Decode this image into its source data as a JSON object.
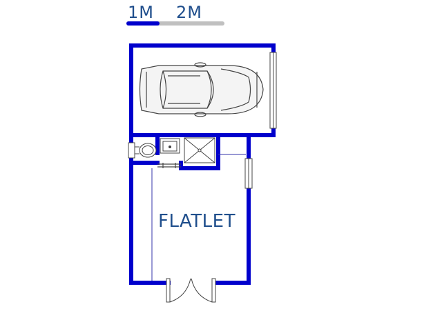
{
  "scale_bar": {
    "label_1": "1M",
    "label_2": "2M",
    "filled_color": "#0000cc",
    "empty_color": "#c0c0c0"
  },
  "rooms": {
    "flatlet_label": "FLATLET"
  },
  "colors": {
    "wall": "#0000cc",
    "thin_line": "#3333aa",
    "label_text": "#1f4e8c",
    "fixture": "#444444"
  }
}
